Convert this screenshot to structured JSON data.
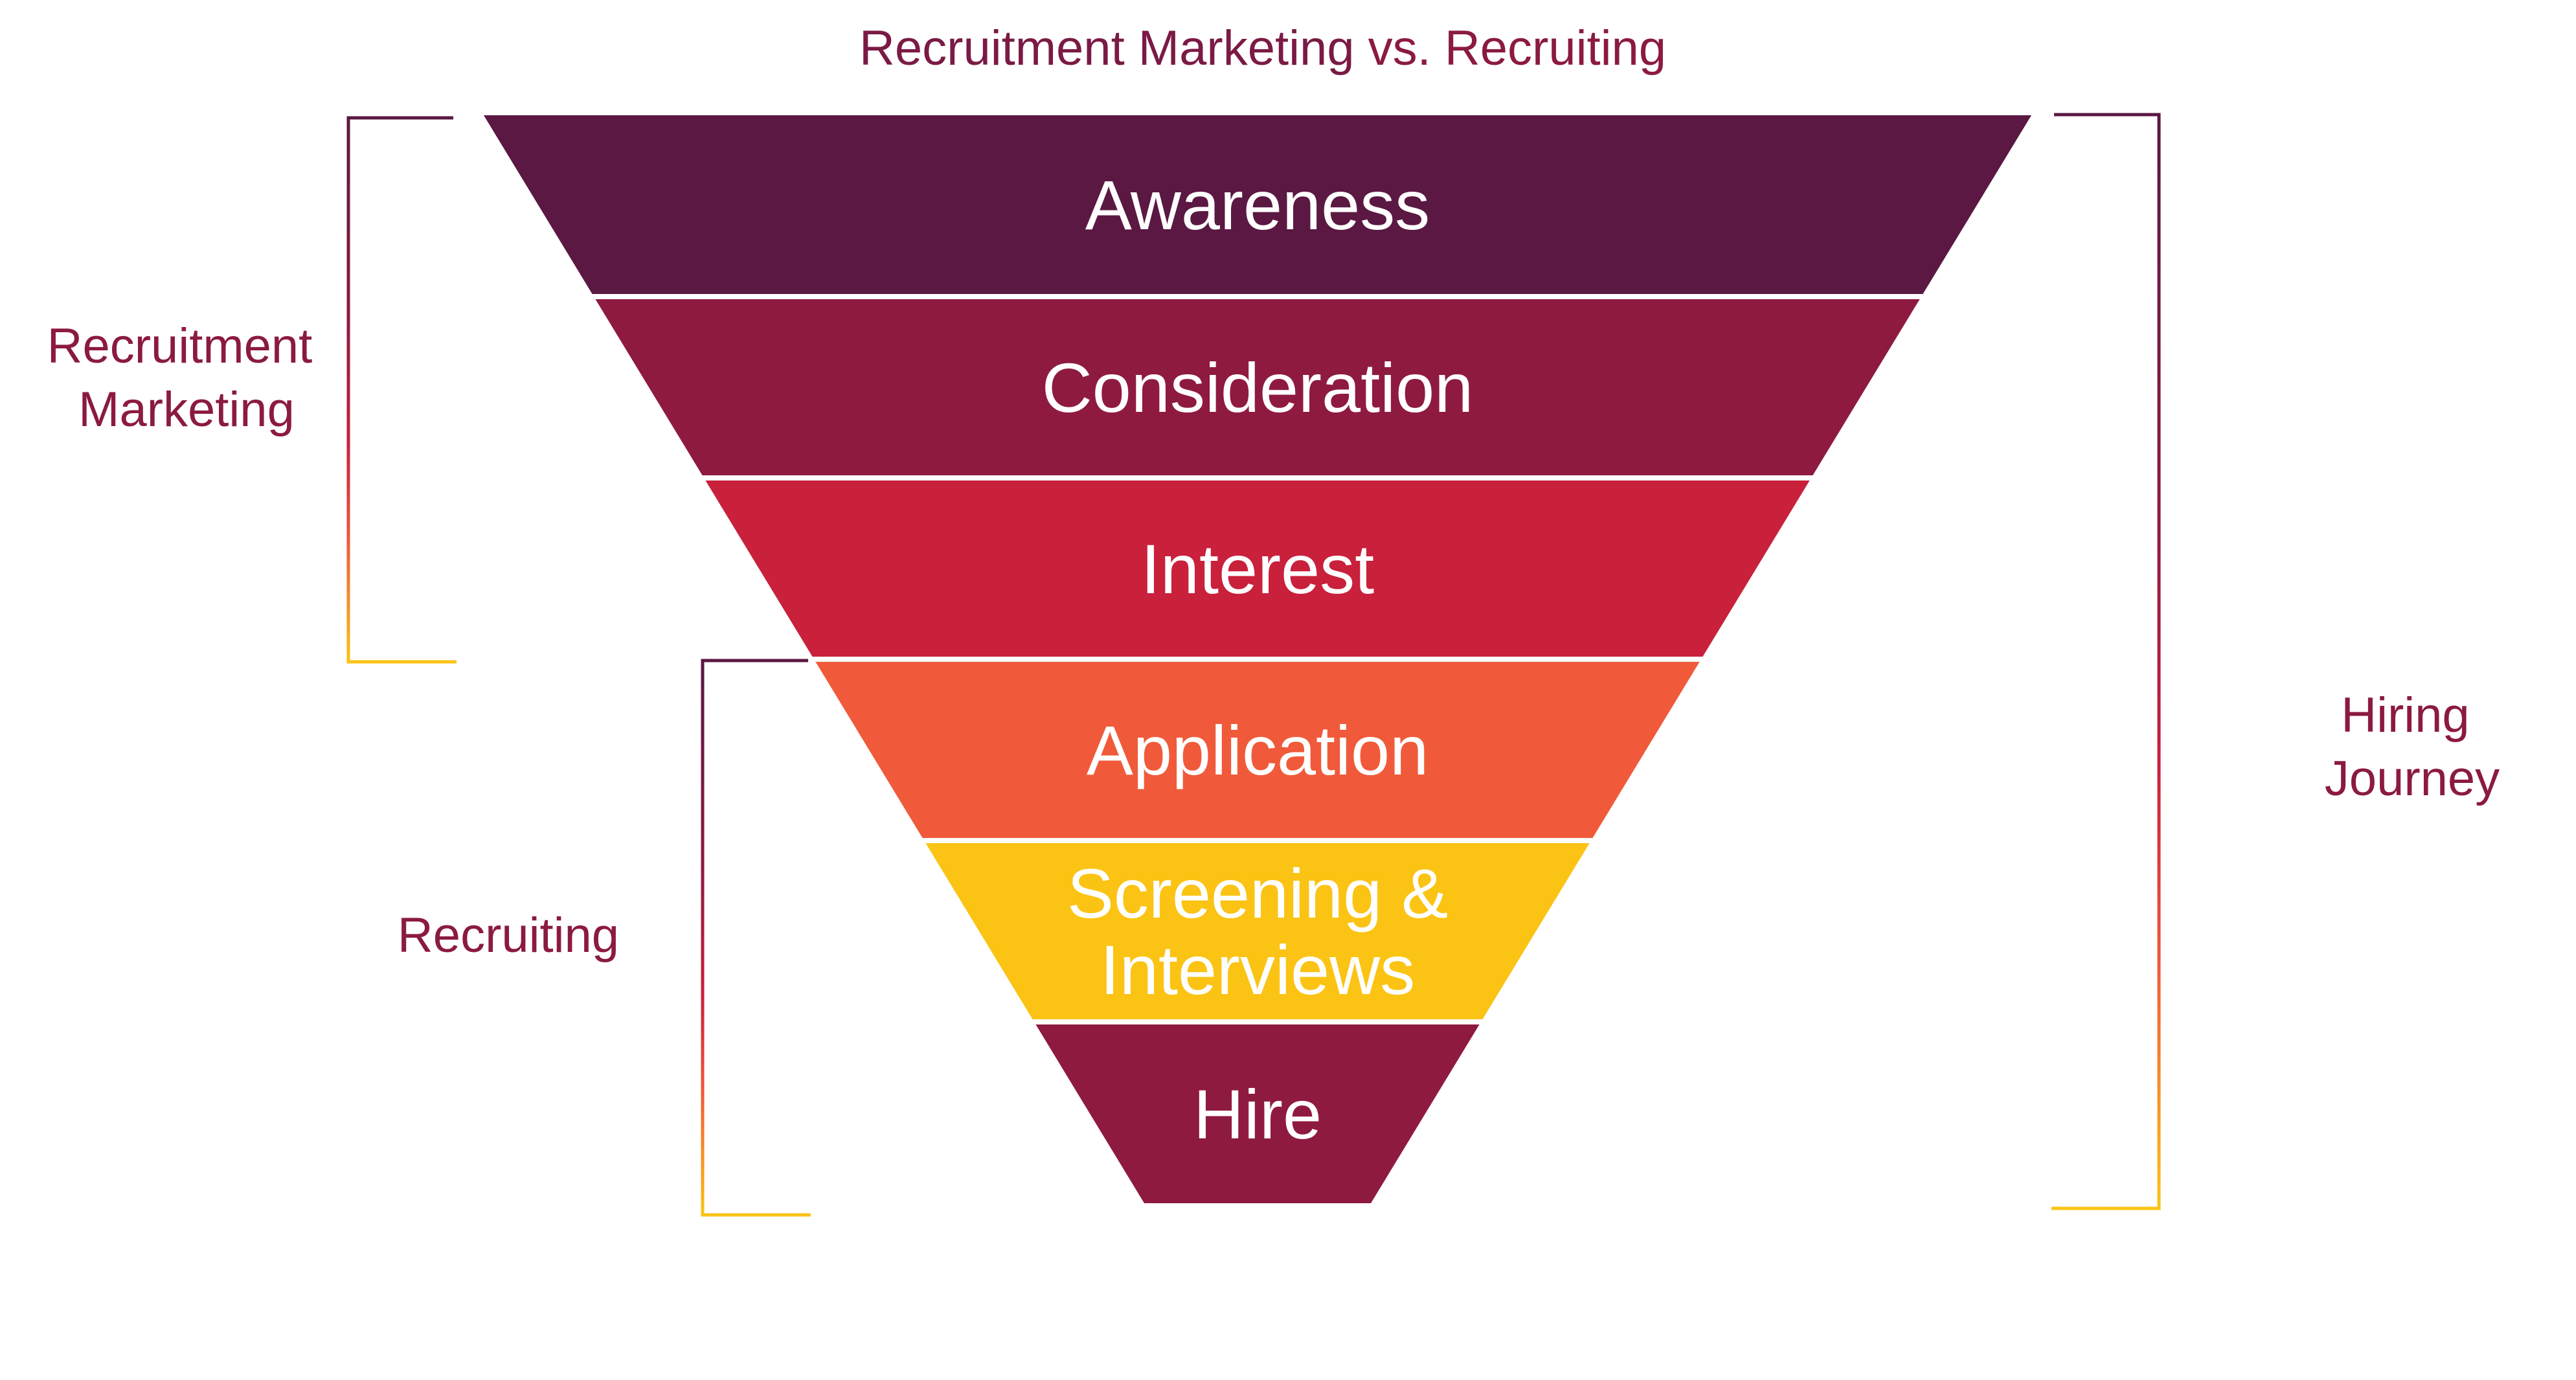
{
  "title": {
    "strong": "Recruitment Marketing",
    "light": " vs. Recruiting"
  },
  "stages": [
    {
      "id": "awareness",
      "lines": [
        "Awareness"
      ],
      "color": "#5a1842"
    },
    {
      "id": "consideration",
      "lines": [
        "Consideration"
      ],
      "color": "#8f1a40"
    },
    {
      "id": "interest",
      "lines": [
        "Interest"
      ],
      "color": "#c9203c"
    },
    {
      "id": "application",
      "lines": [
        "Application"
      ],
      "color": "#f05a3a"
    },
    {
      "id": "screening-interviews",
      "lines": [
        "Screening &",
        "Interviews"
      ],
      "color": "#fbc314"
    },
    {
      "id": "hire",
      "lines": [
        "Hire"
      ],
      "color": "#8f1a40"
    }
  ],
  "brackets": {
    "recruitment_marketing": {
      "lines": [
        "Recruitment",
        "Marketing"
      ]
    },
    "recruiting": {
      "lines": [
        "Recruiting"
      ]
    },
    "hiring_journey": {
      "lines": [
        "Hiring",
        "Journey"
      ]
    }
  },
  "colors": {
    "label_text": "#8b1a42",
    "bracket_gradient": [
      "#5a1842",
      "#8f1a40",
      "#c9203c",
      "#f05a3a",
      "#fbc314"
    ],
    "stage_text": "#ffffff",
    "separator": "#ffffff"
  }
}
